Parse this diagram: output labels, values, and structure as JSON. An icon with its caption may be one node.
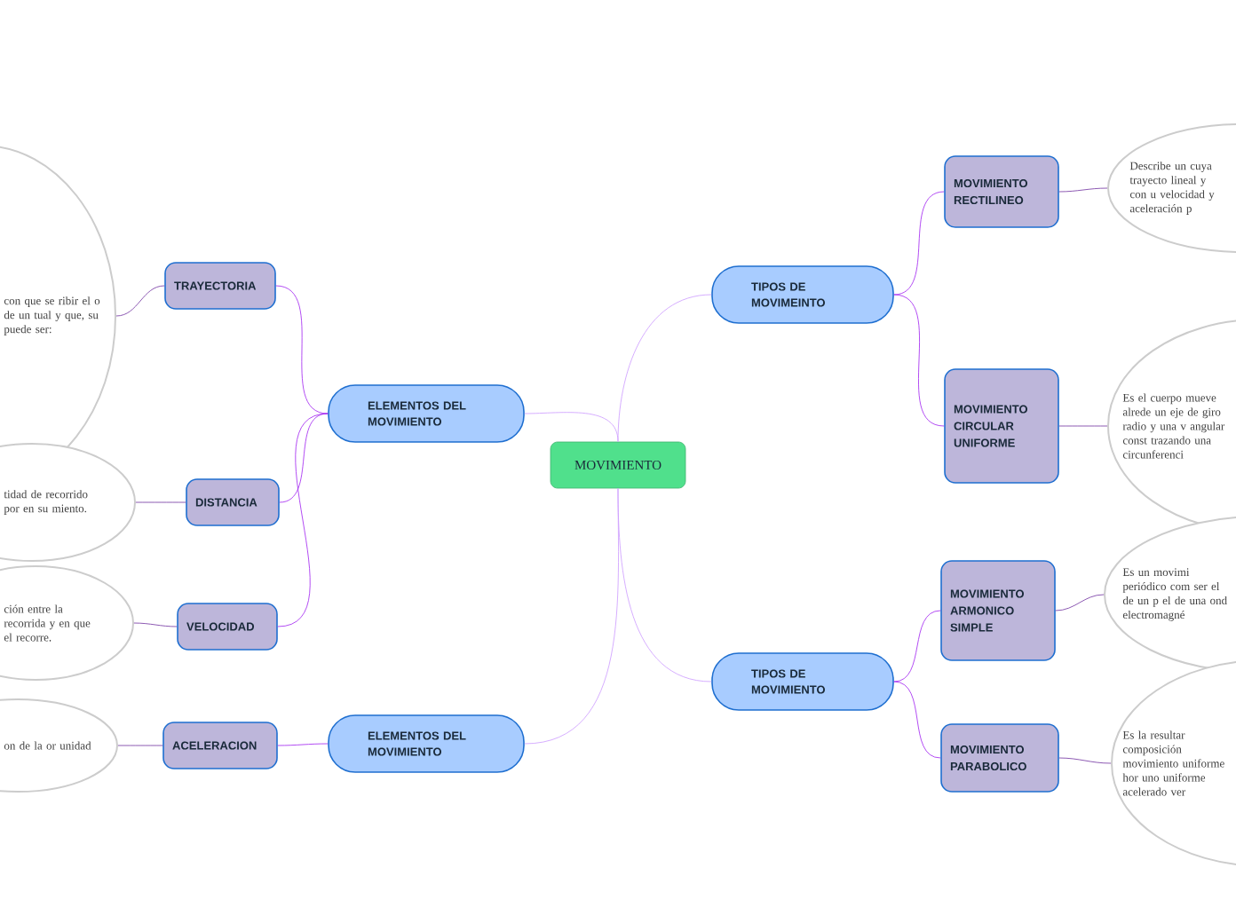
{
  "diagram": {
    "nodes": [
      {
        "text": [
          "MOVIMIENTO"
        ]
      },
      {
        "text": [
          "ELEMENTOS DEL MOVIMIENTO"
        ]
      },
      {
        "text": [
          "TRAYECTORIA"
        ]
      },
      {
        "text": [
          "con que se ribir el o de un tual y que, su puede ser:"
        ]
      },
      {
        "text": [
          "DISTANCIA"
        ]
      },
      {
        "text": [
          "tidad de recorrido por en su miento."
        ]
      },
      {
        "text": [
          "VELOCIDAD"
        ]
      },
      {
        "text": [
          "ción entre la recorrida y en que el recorre."
        ]
      },
      {
        "text": [
          "ELEMENTOS DEL MOVIMIENTO"
        ]
      },
      {
        "text": [
          "ACELERACION"
        ]
      },
      {
        "text": [
          "on de la or unidad"
        ]
      },
      {
        "text": [
          "TIPOS DE MOVIMEINTO"
        ]
      },
      {
        "text": [
          "MOVIMIENTO RECTILINEO"
        ]
      },
      {
        "text": [
          "Describe un cuya trayecto lineal y con u velocidad y aceleración p"
        ]
      },
      {
        "text": [
          "MOVIMIENTO CIRCULAR UNIFORME"
        ]
      },
      {
        "text": [
          "Es el cuerpo mueve alrede un eje de giro radio y una v angular const trazando una circunferenci"
        ]
      },
      {
        "text": [
          "TIPOS DE MOVIMIENTO"
        ]
      },
      {
        "text": [
          "MOVIMIENTO ARMONICO SIMPLE"
        ]
      },
      {
        "text": [
          "Es un movimi periódico com ser el de un p el de una ond electromagné"
        ]
      },
      {
        "text": [
          "MOVIMIENTO PARABOLICO"
        ]
      },
      {
        "text": [
          "Es la resultar composición movimiento uniforme hor uno uniforme acelerado ver"
        ]
      }
    ],
    "edges": [
      {
        "from": 0,
        "to": 1,
        "arrow": "none",
        "color": "#cc99ff"
      },
      {
        "from": 0,
        "to": 8,
        "arrow": "none",
        "color": "#cc99ff"
      },
      {
        "from": 0,
        "to": 11,
        "arrow": "none",
        "color": "#cc99ff"
      },
      {
        "from": 0,
        "to": 16,
        "arrow": "none",
        "color": "#cc99ff"
      },
      {
        "from": 1,
        "to": 2,
        "arrow": "none",
        "color": "#a020f0"
      },
      {
        "from": 1,
        "to": 4,
        "arrow": "none",
        "color": "#a020f0"
      },
      {
        "from": 1,
        "to": 6,
        "arrow": "none",
        "color": "#a020f0"
      },
      {
        "from": 8,
        "to": 9,
        "arrow": "none",
        "color": "#a020f0"
      },
      {
        "from": 11,
        "to": 12,
        "arrow": "none",
        "color": "#a020f0"
      },
      {
        "from": 11,
        "to": 14,
        "arrow": "none",
        "color": "#a020f0"
      },
      {
        "from": 16,
        "to": 17,
        "arrow": "none",
        "color": "#a020f0"
      },
      {
        "from": 16,
        "to": 19,
        "arrow": "none",
        "color": "#a020f0"
      },
      {
        "from": 2,
        "to": 3,
        "arrow": "none"
      },
      {
        "from": 4,
        "to": 5,
        "arrow": "none"
      },
      {
        "from": 6,
        "to": 7,
        "arrow": "none"
      },
      {
        "from": 9,
        "to": 10,
        "arrow": "none"
      },
      {
        "from": 12,
        "to": 13,
        "arrow": "none"
      },
      {
        "from": 14,
        "to": 15,
        "arrow": "none"
      },
      {
        "from": 17,
        "to": 18,
        "arrow": "none"
      },
      {
        "from": 19,
        "to": 20,
        "arrow": "none"
      }
    ]
  }
}
